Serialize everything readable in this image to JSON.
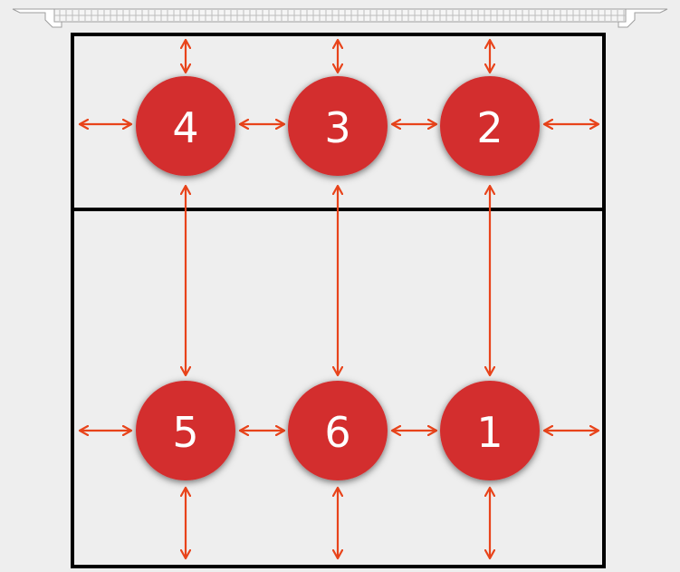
{
  "diagram": {
    "colors": {
      "background": "#eeeeee",
      "court_line": "#000000",
      "player_fill": "#d32f2f",
      "player_text": "#ffffff",
      "arrow": "#e8431a",
      "net": "#bdbdbd"
    },
    "players": [
      {
        "label": "4",
        "row": "front",
        "column": "left"
      },
      {
        "label": "3",
        "row": "front",
        "column": "middle"
      },
      {
        "label": "2",
        "row": "front",
        "column": "right"
      },
      {
        "label": "5",
        "row": "back",
        "column": "left"
      },
      {
        "label": "6",
        "row": "back",
        "column": "middle"
      },
      {
        "label": "1",
        "row": "back",
        "column": "right"
      }
    ]
  }
}
